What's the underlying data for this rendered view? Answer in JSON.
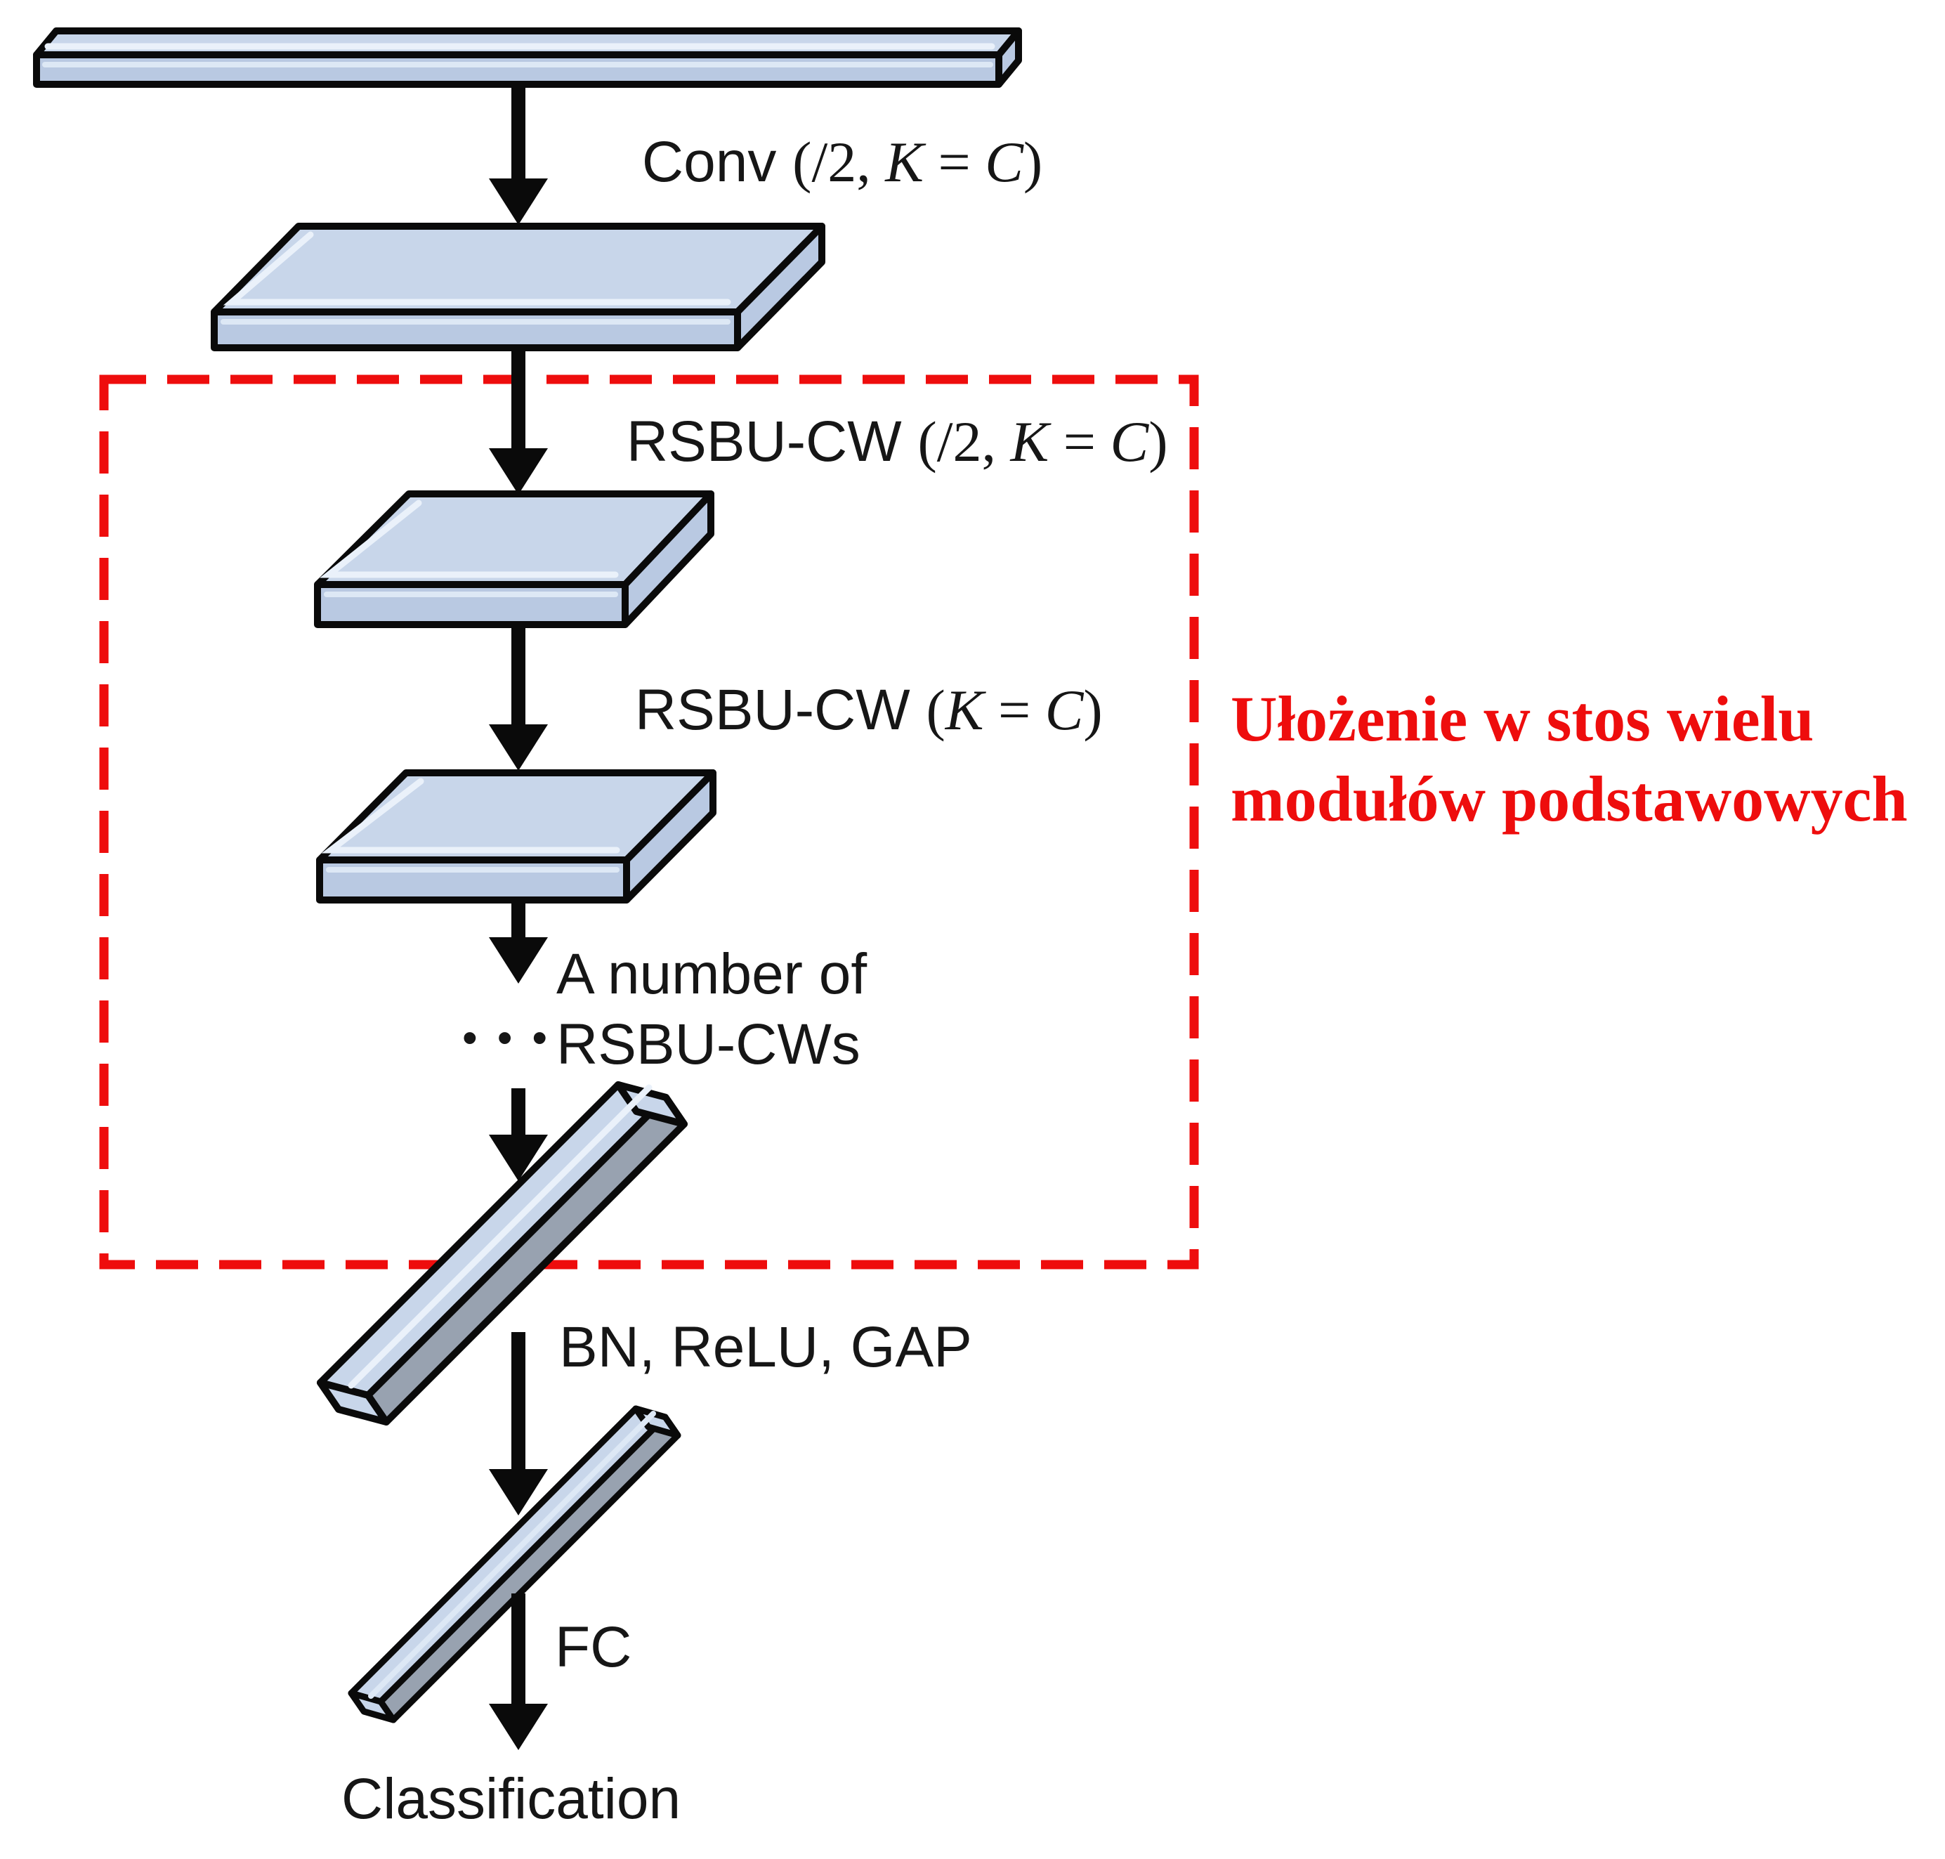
{
  "diagram": {
    "colors": {
      "face_top": "#c8d6ea",
      "face_front": "#b9c9e2",
      "face_side": "#98a2b0",
      "outline": "#0a0a0a",
      "accent_red": "#ee0d0d",
      "text": "#161616",
      "background": "#ffffff"
    },
    "labels": {
      "conv": {
        "word": "Conv ",
        "open": "(/2, ",
        "k": "K",
        "eq": " = ",
        "c": "C",
        "close": ")"
      },
      "rsbu_half": {
        "word": "RSBU-CW ",
        "open": "(/2, ",
        "k": "K",
        "eq": " = ",
        "c": "C",
        "close": ")"
      },
      "rsbu_same": {
        "word": "RSBU-CW ",
        "open": "(",
        "k": "K",
        "eq": " = ",
        "c": "C",
        "close": ")"
      },
      "stack_note_line1": "A number of",
      "stack_note_ellipsis": "•••",
      "stack_note_line2": "RSBU-CWs",
      "bn_relu_gap": "BN, ReLU, GAP",
      "fc": "FC",
      "classification": "Classification"
    },
    "annotation": {
      "line1": "Ułożenie w stos wielu",
      "line2": "modułów podstawowych"
    }
  }
}
